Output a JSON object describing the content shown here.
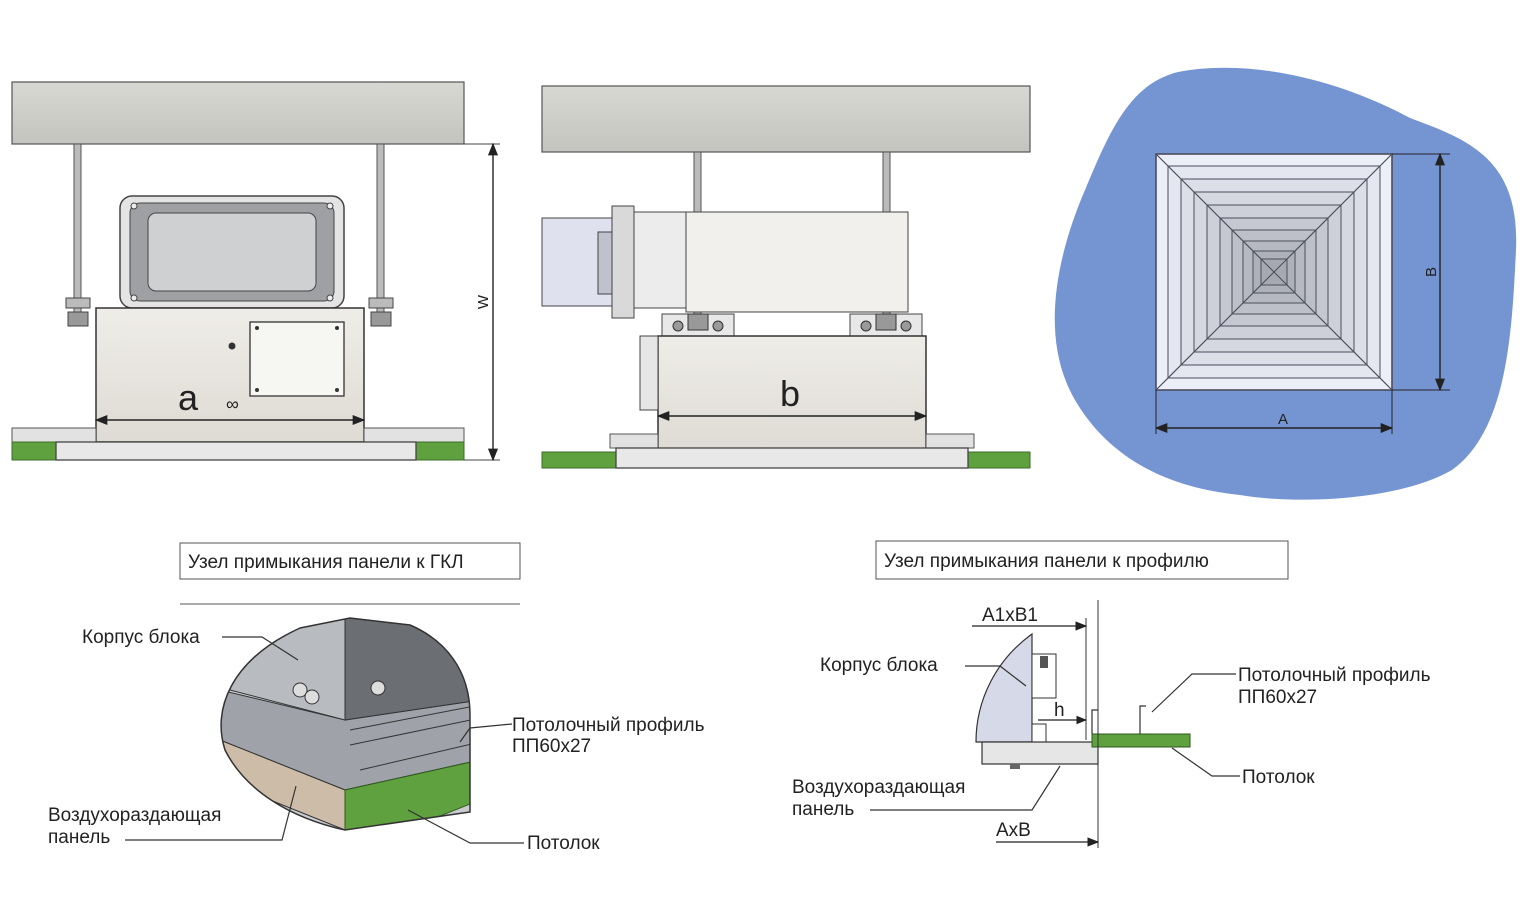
{
  "colors": {
    "concrete": "#cfcfca",
    "unit_body": "#e8e6e1",
    "outline": "#333333",
    "ceiling_green": "#5fa03f",
    "blob_blue": "#7595d2",
    "grille_light": "#dcdfe8",
    "grille_dark": "#9aa2b6",
    "panel_grey": "#d4d6da"
  },
  "views": {
    "front": {
      "width_label": "a",
      "height_label": "W"
    },
    "side": {
      "width_label": "b"
    },
    "top": {
      "width_label": "A",
      "height_label": "B"
    }
  },
  "details": {
    "gkl": {
      "caption": "Узел примыкания панели к ГКЛ",
      "labels": {
        "body": "Корпус блока",
        "profile_line1": "Потолочный профиль",
        "profile_line2": "ПП60х27",
        "panel_line1": "Воздухораздающая",
        "panel_line2": "панель",
        "ceiling": "Потолок"
      }
    },
    "profile": {
      "caption": "Узел примыкания панели к профилю",
      "labels": {
        "dim_top": "A1xB1",
        "body": "Корпус блока",
        "h": "h",
        "profile_line1": "Потолочный профиль",
        "profile_line2": "ПП60х27",
        "panel_line1": "Воздухораздающая",
        "panel_line2": "панель",
        "ceiling": "Потолок",
        "dim_bottom": "AxB"
      }
    }
  }
}
